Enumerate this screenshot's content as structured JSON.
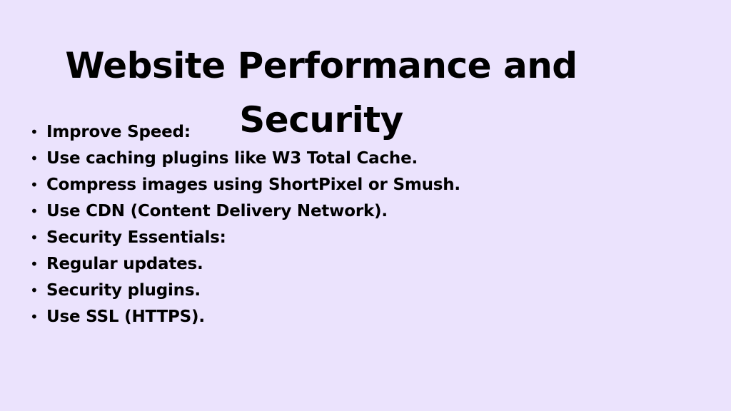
{
  "slide": {
    "background_color": "#ebe3fd",
    "text_color": "#000000",
    "title": "Website Performance and Security",
    "bullet_icon": "bullet-dot",
    "bullets": [
      "Improve Speed:",
      "Use caching plugins like W3 Total Cache.",
      "Compress images using ShortPixel or Smush.",
      "Use CDN (Content Delivery Network).",
      "Security Essentials:",
      "Regular updates.",
      "Security plugins.",
      "Use SSL (HTTPS)."
    ]
  }
}
